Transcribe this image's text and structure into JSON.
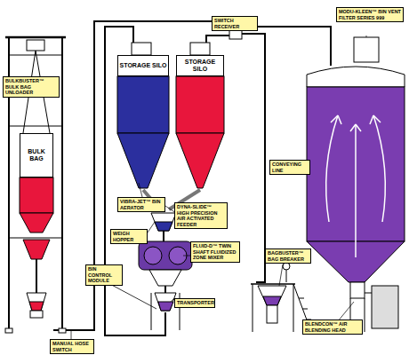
{
  "diagram": {
    "nodes": [
      {
        "text": [
          "BULK BAG"
        ]
      },
      {
        "text": [
          "STORAGE SILO"
        ]
      },
      {
        "text": [
          "STORAGE SILO"
        ]
      }
    ],
    "labels": [
      "BULKBUSTER™ BULK BAG UNLOADER",
      "SWITCH RECEIVER",
      "MODU-KLEEN™ BIN VENT FILTER SERIES 999",
      "CONVEYING LINE",
      "VIBRA-JET™ BIN AERATOR",
      "DYNA-SLIDE™ HIGH PRECISION AIR ACTIVATED FEEDER",
      "WEIGH HOPPER",
      "FLUID-D™ TWIN SHAFT FLUIDIZED ZONE MIXER",
      "TRANSPORTER",
      "BIN CONTROL MODULE",
      "MANUAL HOSE SWITCH",
      "BAGBUSTER™ BAG BREAKER",
      "BLENDCON™ AIR BLENDING HEAD"
    ]
  }
}
